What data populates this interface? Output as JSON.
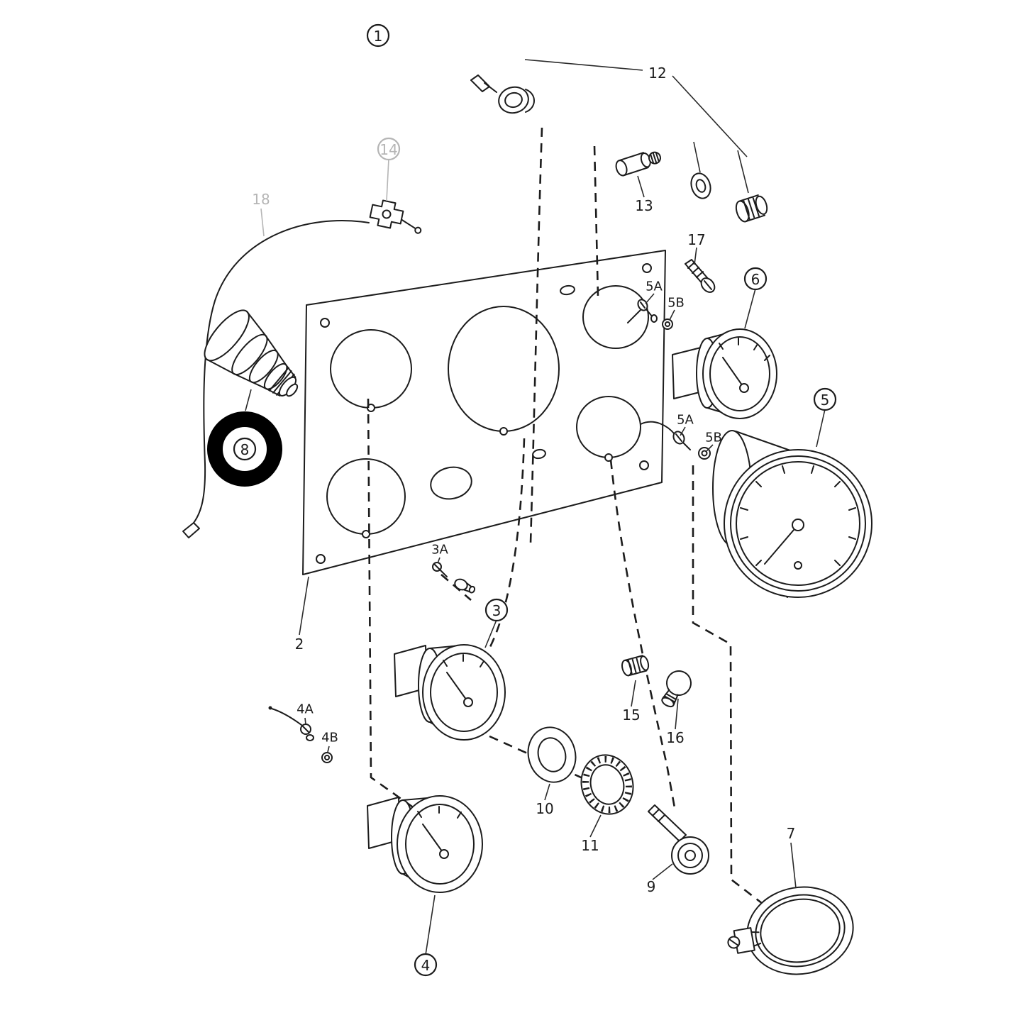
{
  "diagram": {
    "type": "exploded-parts-diagram",
    "subject": "instrument-panel-assembly",
    "highlighted_callout": "8",
    "colors": {
      "line": "#1c1c1c",
      "muted": "#b5b5b5",
      "highlight_ring": "#000000",
      "background": "#ffffff"
    },
    "callouts": {
      "assembly": "1",
      "panel": "2",
      "gauge_3": "3",
      "part_3a": "3A",
      "gauge_4": "4",
      "part_4a": "4A",
      "part_4b": "4B",
      "tachometer": "5",
      "part_5a": "5A",
      "part_5b": "5B",
      "gauge_6": "6",
      "bezel_7": "7",
      "sender_8": "8",
      "key_9": "9",
      "ring_10": "10",
      "ring_11": "11",
      "switch_12": "12",
      "part_13": "13",
      "bracket_14": "14",
      "part_15": "15",
      "bulb_16": "16",
      "screw_17": "17",
      "cable_18": "18"
    }
  }
}
